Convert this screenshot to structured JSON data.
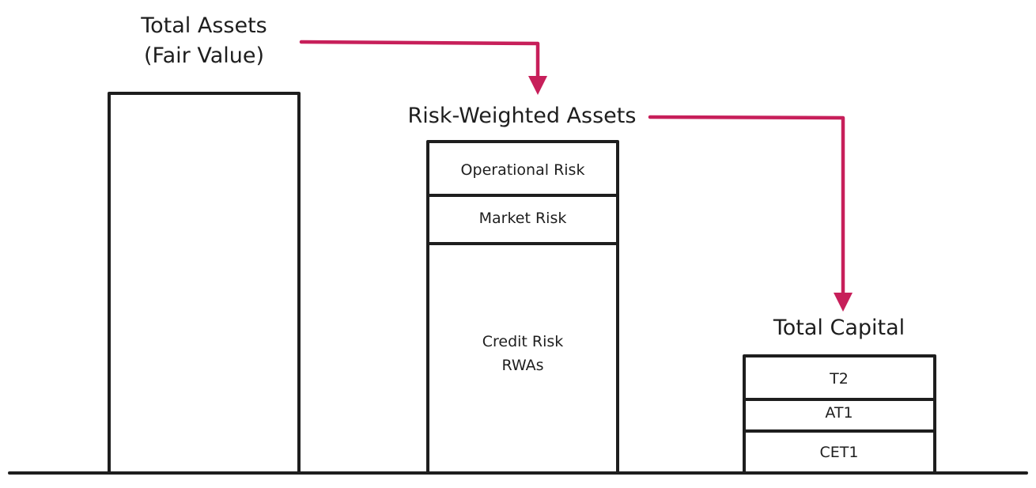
{
  "colors": {
    "ink": "#1e1e1e",
    "arrow": "#c71f5a",
    "background": "#ffffff"
  },
  "total_assets": {
    "title_line1": "Total Assets",
    "title_line2": "(Fair Value)"
  },
  "rwa": {
    "title": "Risk-Weighted Assets",
    "segments": {
      "operational": "Operational Risk",
      "market": "Market Risk",
      "credit_line1": "Credit Risk",
      "credit_line2": "RWAs"
    }
  },
  "capital": {
    "title": "Total Capital",
    "segments": {
      "t2": "T2",
      "at1": "AT1",
      "cet1": "CET1"
    }
  }
}
